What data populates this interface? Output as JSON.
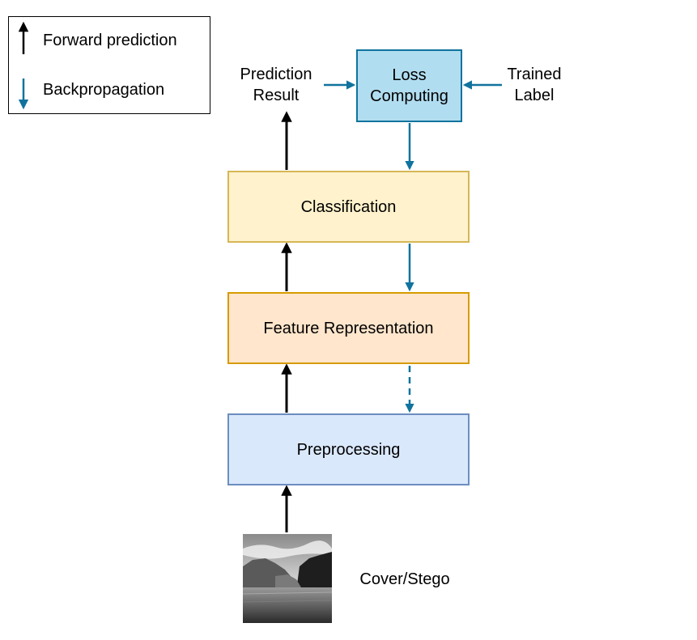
{
  "legend": {
    "forward": "Forward prediction",
    "backward": "Backpropagation"
  },
  "boxes": {
    "loss": "Loss Computing",
    "classification": "Classification",
    "feature": "Feature Representation",
    "preprocessing": "Preprocessing"
  },
  "labels": {
    "prediction": "Prediction Result",
    "trained": "Trained Label",
    "cover": "Cover/Stego"
  },
  "colors": {
    "forward_arrow": "#000000",
    "backward_arrow": "#10739e",
    "loss_fill": "#b1ddf0",
    "classification_fill": "#fff2cc",
    "feature_fill": "#ffe6cc",
    "preprocessing_fill": "#dae8fc"
  },
  "image": {
    "icon": "grayscale-landscape-photo"
  }
}
